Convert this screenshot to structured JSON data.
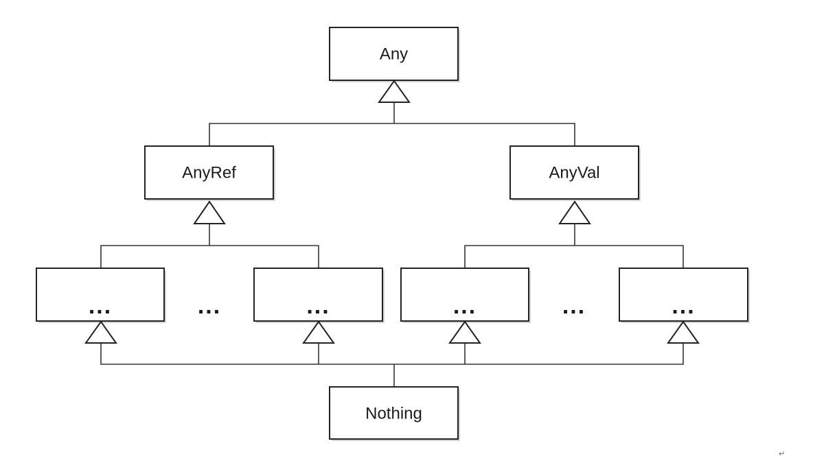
{
  "diagram": {
    "nodes": {
      "any": "Any",
      "anyref": "AnyRef",
      "anyval": "AnyVal",
      "ref_child_left": "...",
      "ref_child_right": "...",
      "val_child_left": "...",
      "val_child_right": "...",
      "nothing": "Nothing"
    },
    "gaps": {
      "ref_gap": "...",
      "val_gap": "..."
    },
    "return_mark": "↵",
    "colors": {
      "box_fill": "#ffffff",
      "box_stroke": "#222222",
      "line": "#333333",
      "shadow": "#d4d4d4"
    }
  }
}
